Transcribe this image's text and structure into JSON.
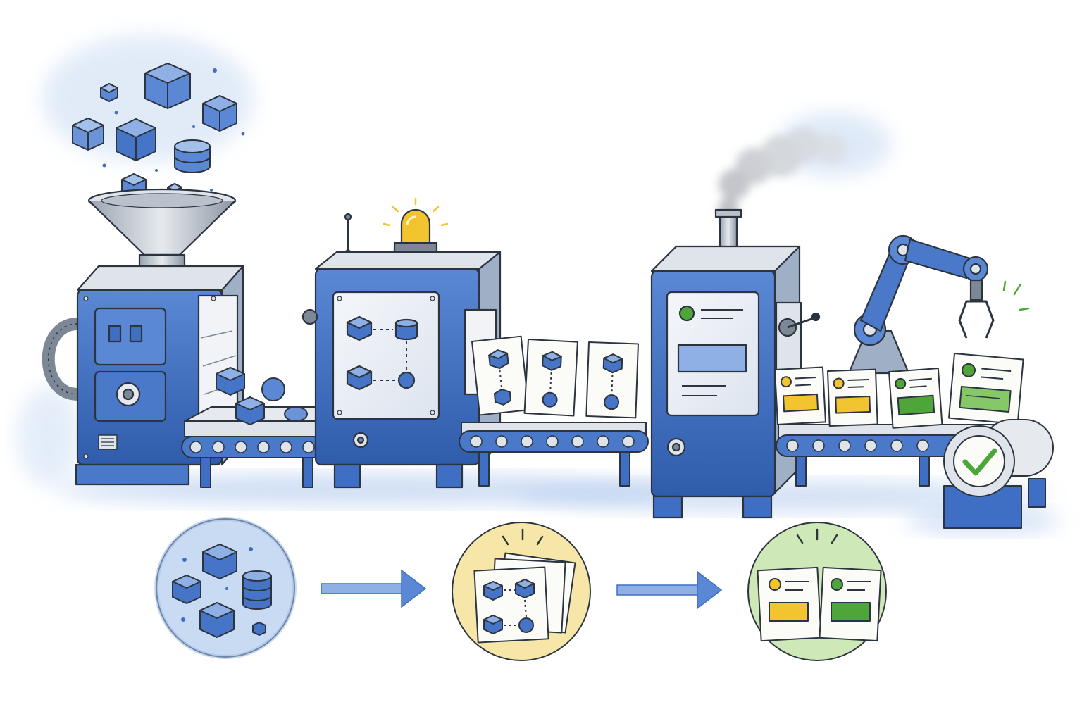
{
  "palette": {
    "blue": "#3f6fc4",
    "blue_light": "#8eb0e4",
    "blue_wash": "#c9dbf3",
    "steel": "#c5cdd6",
    "steel_dark": "#7d8896",
    "ink": "#2c3440",
    "yellow": "#f2c530",
    "yellow_wash": "#f6e7a8",
    "green": "#4ea63a",
    "green_wash": "#cfe8b8",
    "paper": "#fbfbf8",
    "smoke": "#b9bcc2"
  },
  "icons": {
    "stage_raw": "raw-data-cubes-icon",
    "stage_processed": "structured-schema-cards-icon",
    "stage_final": "approved-report-cards-icon",
    "arrow": "arrow-right-icon",
    "check": "check-mark-icon",
    "beacon": "warning-beacon-icon"
  },
  "pipeline": {
    "stages": [
      {
        "id": "raw",
        "icon": "raw-data-cubes-icon",
        "tint": "#c9dbf3"
      },
      {
        "id": "processed",
        "icon": "structured-schema-cards-icon",
        "tint": "#f6e7a8"
      },
      {
        "id": "final",
        "icon": "approved-report-cards-icon",
        "tint": "#cfe8b8"
      }
    ],
    "machines": [
      {
        "id": "hopper-machine",
        "role": "ingest"
      },
      {
        "id": "schema-machine",
        "role": "structure"
      },
      {
        "id": "report-machine",
        "role": "render"
      },
      {
        "id": "robot-arm",
        "role": "approve"
      }
    ]
  }
}
